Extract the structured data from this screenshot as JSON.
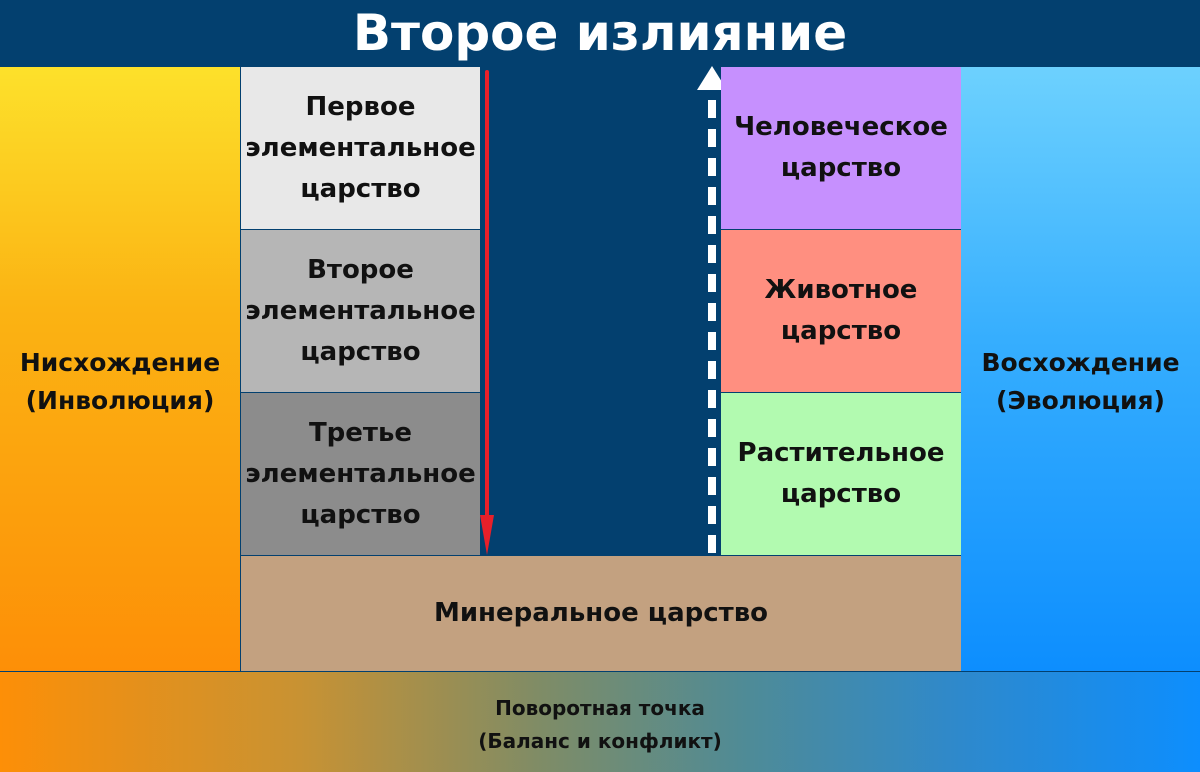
{
  "title": "Второе излияние",
  "left_column": {
    "line1": "Нисхождение",
    "line2": "(Инволюция)",
    "color_top": "#fde12b",
    "color_bottom": "#fd8f07"
  },
  "right_column": {
    "line1": "Восхождение",
    "line2": "(Эволюция)",
    "color_top": "#6dd1fe",
    "color_bottom": "#0d8efe"
  },
  "elemental_kingdoms": [
    {
      "line1": "Первое",
      "line2": "элементальное",
      "line3": "царство",
      "color": "#e8e8e8"
    },
    {
      "line1": "Второе",
      "line2": "элементальное",
      "line3": "царство",
      "color": "#b6b6b6"
    },
    {
      "line1": "Третье",
      "line2": "элементальное",
      "line3": "царство",
      "color": "#8c8c8c"
    }
  ],
  "evolving_kingdoms": [
    {
      "line1": "Человеческое",
      "line2": "царство",
      "color": "#c690fe"
    },
    {
      "line1": "Животное",
      "line2": "царство",
      "color": "#ff8f80"
    },
    {
      "line1": "Растительное",
      "line2": "царство",
      "color": "#b2fab0"
    }
  ],
  "mineral_kingdom": {
    "label": "Минеральное царство",
    "color": "#c3a180"
  },
  "turning_point": {
    "line1": "Поворотная точка",
    "line2": "(Баланс и конфликт)"
  },
  "arrows": {
    "descent": {
      "direction": "down",
      "style": "solid",
      "color": "#e8202a"
    },
    "ascent": {
      "direction": "up",
      "style": "dashed",
      "color": "#ffffff"
    }
  },
  "colors": {
    "header_bg": "#03406f",
    "center_bg": "#03406f"
  }
}
